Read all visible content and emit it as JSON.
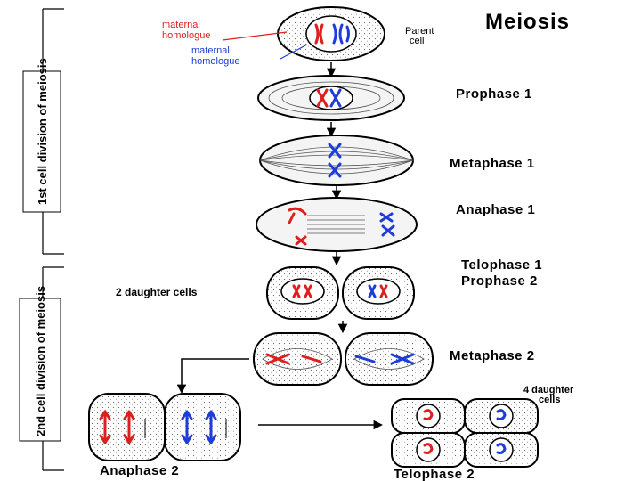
{
  "title": "Meiosis",
  "parent_cell": "Parent\ncell",
  "maternal_label_1": "maternal\nhomologue",
  "maternal_label_2": "maternal\nhomologue",
  "division_1": "1st cell division of meiosis",
  "division_2": "2nd cell division of meiosis",
  "stages": {
    "prophase1": "Prophase 1",
    "metaphase1": "Metaphase 1",
    "anaphase1": "Anaphase 1",
    "telophase1": "Telophase 1",
    "prophase2": "Prophase 2",
    "metaphase2": "Metaphase 2",
    "anaphase2": "Anaphase 2",
    "telophase2": "Telophase 2"
  },
  "two_daughter": "2 daughter cells",
  "four_daughter": "4 daughter\ncells",
  "colors": {
    "maternal_red": "#e01e1e",
    "paternal_blue": "#1e3cd8"
  }
}
